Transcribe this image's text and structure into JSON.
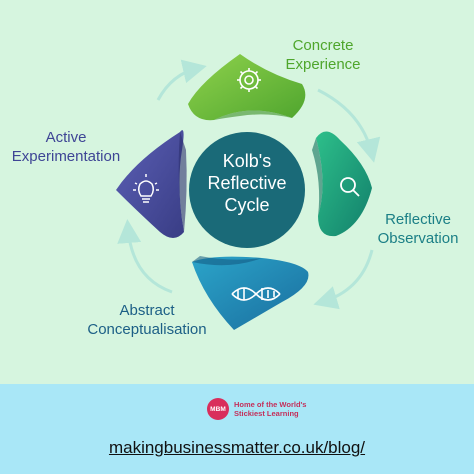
{
  "diagram": {
    "center": {
      "line1": "Kolb's",
      "line2": "Reflective",
      "line3": "Cycle"
    },
    "stages": [
      {
        "line1": "Concrete",
        "line2": "Experience",
        "color": "#68c037",
        "icon": "gear-icon"
      },
      {
        "line1": "Reflective",
        "line2": "Observation",
        "color": "#1aa079",
        "icon": "magnifier-icon"
      },
      {
        "line1": "Abstract",
        "line2": "Conceptualisation",
        "color": "#1e86b3",
        "icon": "dna-icon"
      },
      {
        "line1": "Active",
        "line2": "Experimentation",
        "color": "#4a4d9c",
        "icon": "lightbulb-icon"
      }
    ],
    "colors": {
      "background": "#d6f5df",
      "center_circle": "#1a6a78",
      "arrows": "#b4e6d9",
      "label_green": "#4fa62c",
      "label_teal": "#1b7f86",
      "label_blue": "#1c5f86",
      "label_purple": "#3e4595"
    }
  },
  "footer": {
    "logo": "MBM",
    "tagline_line1": "Home of the World's",
    "tagline_line2": "Stickiest Learning",
    "url": "makingbusinessmatter.co.uk/blog/",
    "background": "#a9e7f7"
  }
}
